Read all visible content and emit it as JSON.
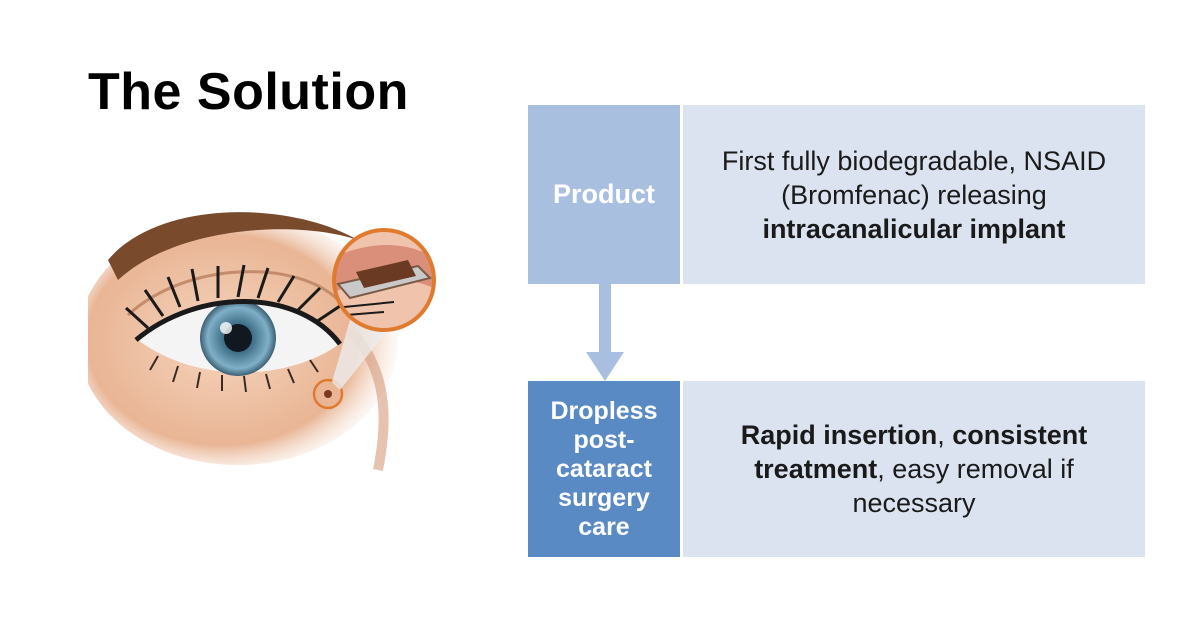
{
  "page": {
    "title": "The Solution"
  },
  "colors": {
    "label_light": "#a9bfe0",
    "label_dark": "#5a8ac4",
    "description_bg": "#dbe3f1",
    "arrow": "#a9bfe0",
    "callout_ring": "#e07a2e"
  },
  "illustration": {
    "icon": "eye-with-intracanalicular-implant-illustration"
  },
  "rows": [
    {
      "label": "Product",
      "description": {
        "line1": "First fully biodegradable, NSAID",
        "line2": "(Bromfenac) releasing",
        "line3_bold": "intracanalicular implant"
      }
    },
    {
      "label_lines": [
        "Dropless",
        "post-",
        "cataract",
        "surgery",
        "care"
      ],
      "description": {
        "bold1": "Rapid insertion",
        "sep1": ", ",
        "bold2": "consistent treatment",
        "rest": ", easy removal if necessary"
      }
    }
  ]
}
